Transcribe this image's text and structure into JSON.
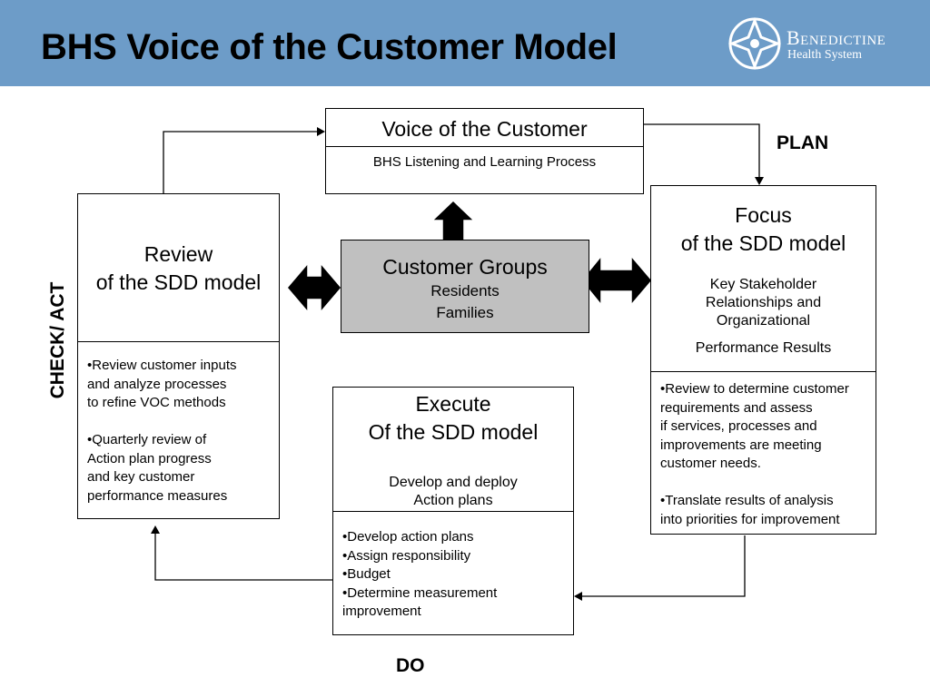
{
  "header": {
    "title": "BHS Voice of the Customer Model",
    "logo": {
      "name": "Benedictine",
      "sub": "Health System"
    },
    "background": "#6d9cc8"
  },
  "diagram": {
    "voc": {
      "title": "Voice of the Customer",
      "sub": "BHS Listening and Learning Process"
    },
    "customer_groups": {
      "title": "Customer Groups",
      "line1": "Residents",
      "line2": "Families",
      "fill": "#c0c0c0"
    },
    "review": {
      "title": "Review\nof the SDD model",
      "body": "•Review customer inputs\nand analyze  processes\nto refine VOC methods\n\n•Quarterly review of\nAction plan progress\nand key customer\nperformance measures"
    },
    "focus": {
      "title": "Focus\nof the SDD model",
      "sub": "Key Stakeholder\nRelationships and\nOrganizational",
      "sub2": "Performance Results",
      "body": "•Review to determine customer\nrequirements  and assess\nif services, processes and\nimprovements are meeting\ncustomer needs.\n\n•Translate results of analysis\ninto priorities for improvement"
    },
    "execute": {
      "title": "Execute\nOf the SDD model",
      "sub": "Develop and deploy\nAction plans",
      "body": "•Develop action plans\n•Assign responsibility\n•Budget\n•Determine measurement\nimprovement"
    },
    "labels": {
      "plan": "PLAN",
      "do": "DO",
      "check_act": "CHECK/ ACT"
    }
  }
}
